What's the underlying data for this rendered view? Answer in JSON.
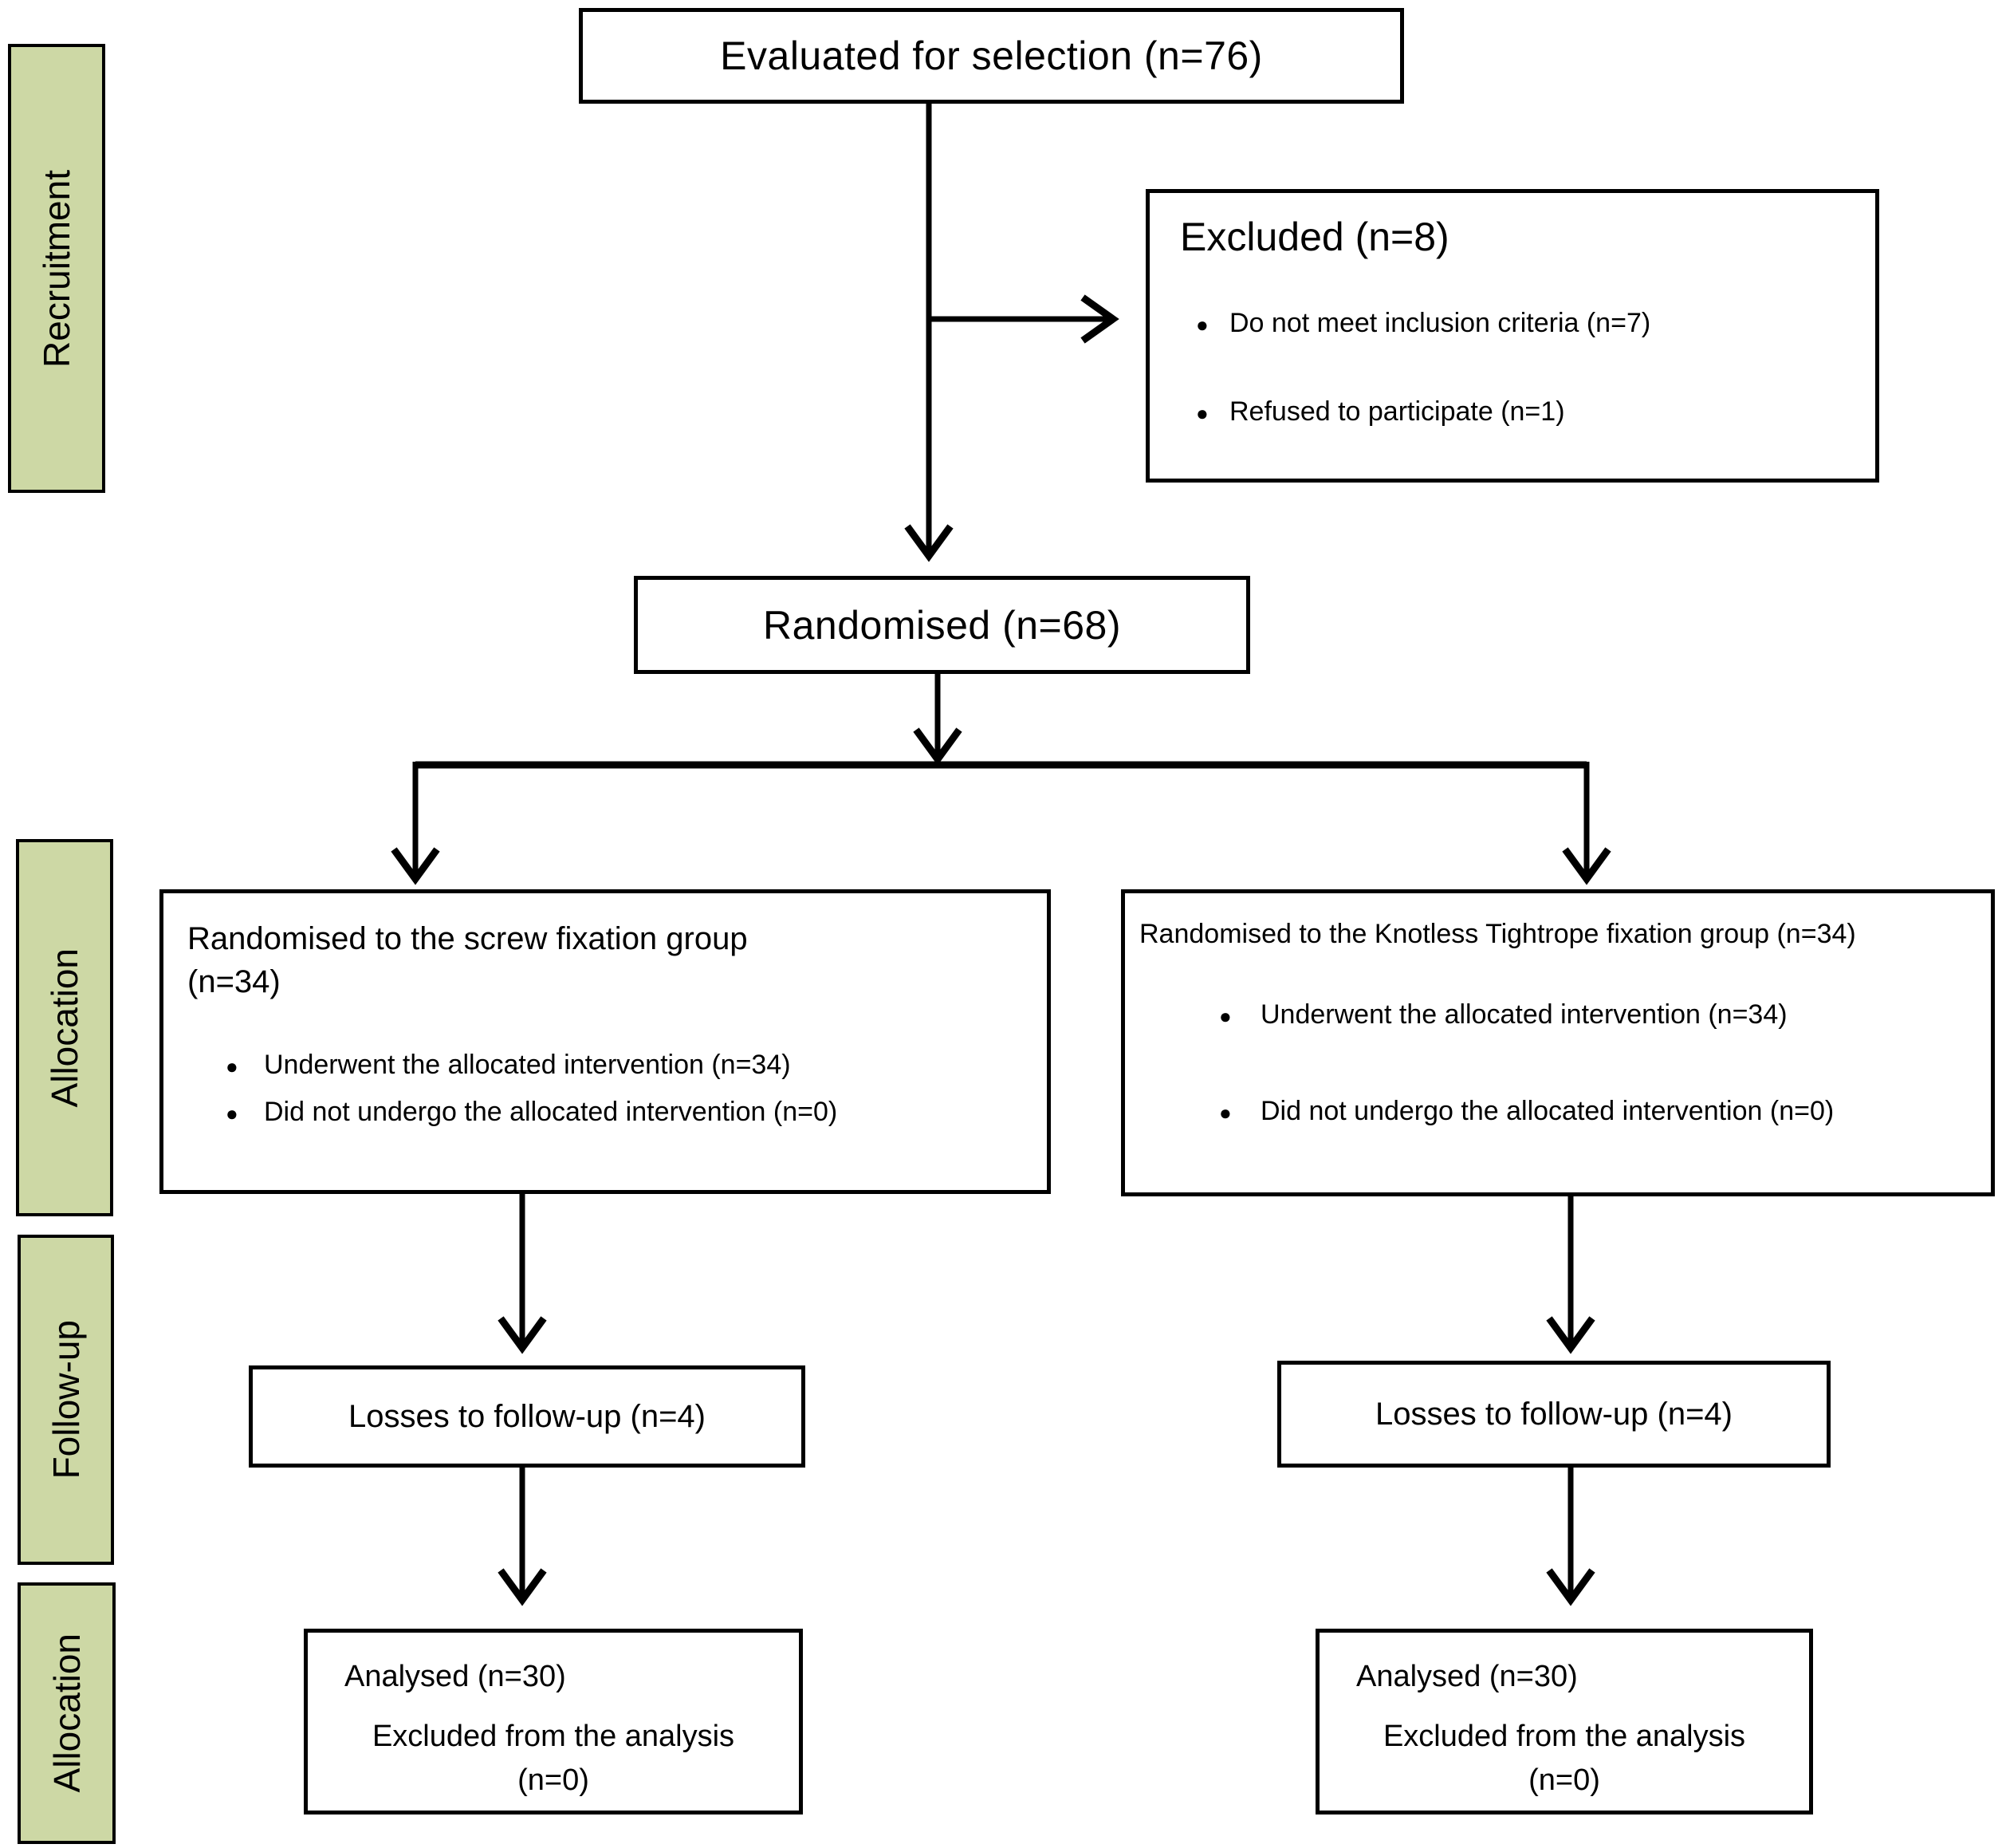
{
  "palette": {
    "stage_fill": "#cdd8a5",
    "line_color": "#000000",
    "background": "#ffffff"
  },
  "icons": {
    "bullet": "●"
  },
  "stages": [
    {
      "label": "Recruitment"
    },
    {
      "label": "Allocation"
    },
    {
      "label": "Follow-up"
    },
    {
      "label": "Allocation"
    }
  ],
  "boxes": {
    "evaluated": {
      "text": "Evaluated for selection (n=76)"
    },
    "excluded": {
      "title": "Excluded (n=8)",
      "bullets": [
        {
          "text": "Do not meet inclusion criteria (n=7)"
        },
        {
          "text": "Refused to participate (n=1)"
        }
      ]
    },
    "randomised": {
      "text": "Randomised (n=68)"
    },
    "screw_group": {
      "title": "Randomised to the screw fixation group\n(n=34)",
      "bullets": [
        {
          "text": "Underwent the allocated intervention (n=34)"
        },
        {
          "text": "Did not undergo the allocated intervention (n=0)"
        }
      ]
    },
    "tightrope_group": {
      "title": "Randomised to the Knotless Tightrope fixation group (n=34)",
      "bullets": [
        {
          "text": "Underwent the allocated intervention (n=34)"
        },
        {
          "text": "Did not undergo the allocated intervention (n=0)"
        }
      ]
    },
    "losses_left": {
      "text": "Losses to follow-up (n=4)"
    },
    "losses_right": {
      "text": "Losses to follow-up (n=4)"
    },
    "analysed_left": {
      "line1": "Analysed (n=30)",
      "line2": "Excluded from the analysis\n(n=0)"
    },
    "analysed_right": {
      "line1": "Analysed (n=30)",
      "line2": "Excluded from the analysis\n(n=0)"
    }
  }
}
